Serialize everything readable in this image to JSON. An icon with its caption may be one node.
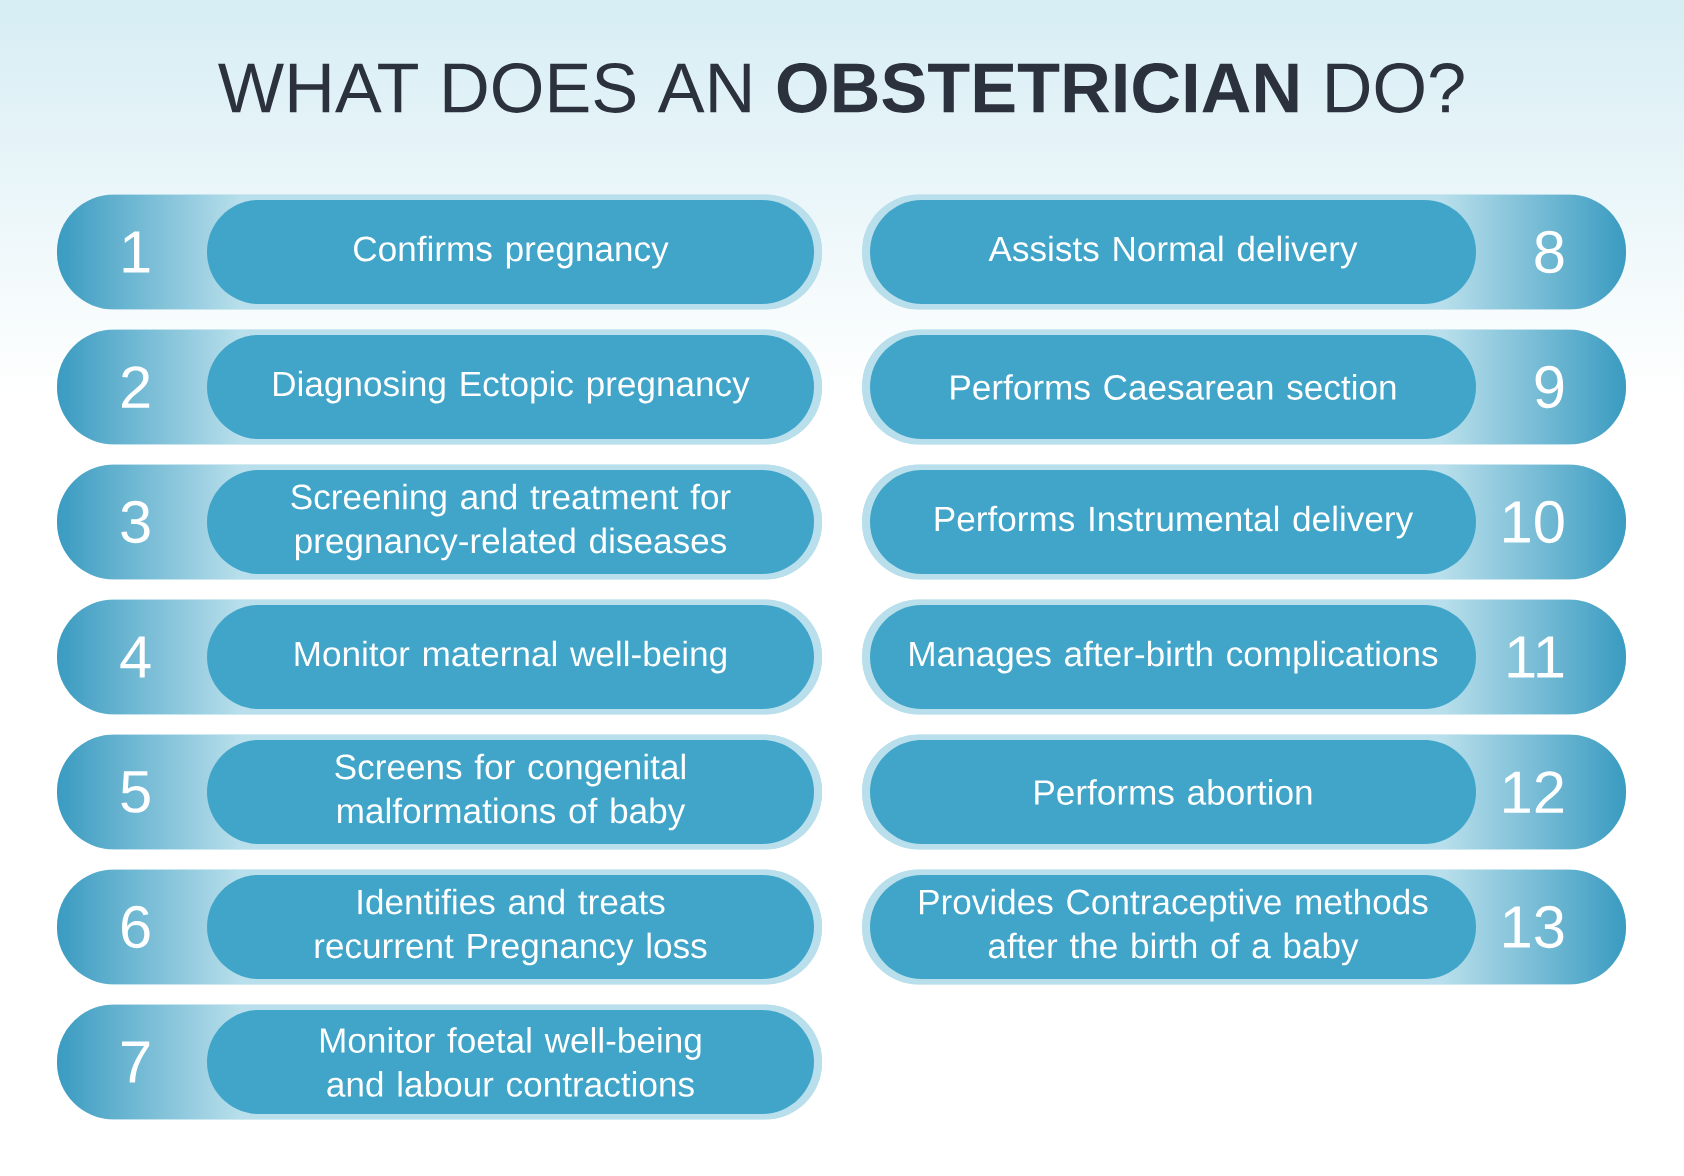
{
  "diagram": {
    "title": "WHAT DOES AN **OBSTETRICIAN** DO?",
    "nodes": [
      {
        "text": [
          "1"
        ]
      },
      {
        "text": [
          "Confirms pregnancy"
        ],
        "in": 0
      },
      {
        "text": [
          "2"
        ]
      },
      {
        "text": [
          "Diagnosing Ectopic pregnancy"
        ],
        "in": 2
      },
      {
        "text": [
          "3"
        ]
      },
      {
        "text": [
          "Screening and treatment for pregnancy-related diseases"
        ],
        "in": 4
      },
      {
        "text": [
          "4"
        ]
      },
      {
        "text": [
          "Monitor maternal well-being"
        ],
        "in": 6
      },
      {
        "text": [
          "5"
        ]
      },
      {
        "text": [
          "Screens for congenital malformations of baby"
        ],
        "in": 8
      },
      {
        "text": [
          "6"
        ]
      },
      {
        "text": [
          "Identifies and treats recurrent Pregnancy loss"
        ],
        "in": 10
      },
      {
        "text": [
          "7"
        ]
      },
      {
        "text": [
          "Monitor foetal well-being and labour contractions"
        ],
        "in": 12
      },
      {
        "text": [
          "8"
        ]
      },
      {
        "text": [
          "Assists Normal delivery"
        ],
        "in": 14
      },
      {
        "text": [
          "9"
        ]
      },
      {
        "text": [
          "Performs Caesarean section"
        ],
        "in": 16
      },
      {
        "text": [
          "10"
        ]
      },
      {
        "text": [
          "Performs Instrumental delivery"
        ],
        "in": 18
      },
      {
        "text": [
          "11"
        ]
      },
      {
        "text": [
          "Manages after-birth complications"
        ],
        "in": 20
      },
      {
        "text": [
          "12"
        ]
      },
      {
        "text": [
          "Performs abortion"
        ],
        "in": 22
      },
      {
        "text": [
          "13"
        ]
      },
      {
        "text": [
          "Provides Contraceptive methods after the birth of a baby"
        ],
        "in": 24
      }
    ]
  }
}
